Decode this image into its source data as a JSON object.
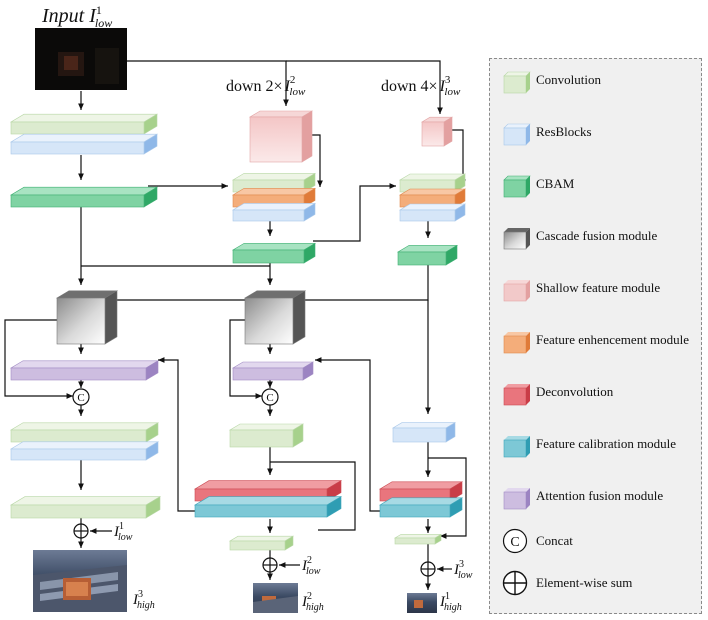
{
  "figure": {
    "input": {
      "text": "Input",
      "base": "I",
      "sup": "1",
      "sub": "low"
    },
    "down2": {
      "text": "down 2×",
      "base": "I",
      "sup": "2",
      "sub": "low"
    },
    "down4": {
      "text": "down 4×",
      "base": "I",
      "sup": "3",
      "sub": "low"
    },
    "concat_symbol": "C",
    "outputs": [
      {
        "base": "I",
        "sup": "3",
        "sub": "high"
      },
      {
        "base": "I",
        "sup": "2",
        "sub": "high"
      },
      {
        "base": "I",
        "sup": "1",
        "sub": "high"
      }
    ],
    "sum_inputs": [
      {
        "base": "I",
        "sup": "1",
        "sub": "low"
      },
      {
        "base": "I",
        "sup": "2",
        "sub": "low"
      },
      {
        "base": "I",
        "sup": "3",
        "sub": "low"
      }
    ]
  },
  "legend": {
    "items": [
      {
        "label": "Convolution",
        "color": "#dcebcf"
      },
      {
        "label": "ResBlocks",
        "color": "#d6e6f8"
      },
      {
        "label": "CBAM",
        "color": "#7fd3a3"
      },
      {
        "label": "Cascade fusion module",
        "color": "#9a9a9a"
      },
      {
        "label": "Shallow feature module",
        "color": "#f2c9c9"
      },
      {
        "label": "Feature enhencement module",
        "color": "#f4ad7a"
      },
      {
        "label": "Deconvolution",
        "color": "#e9757d"
      },
      {
        "label": "Feature calibration module",
        "color": "#7dc8d6"
      },
      {
        "label": "Attention fusion module",
        "color": "#cdbde0"
      }
    ],
    "symbols": [
      {
        "label": "Concat",
        "glyph": "C"
      },
      {
        "label": "Element-wise sum"
      }
    ]
  }
}
